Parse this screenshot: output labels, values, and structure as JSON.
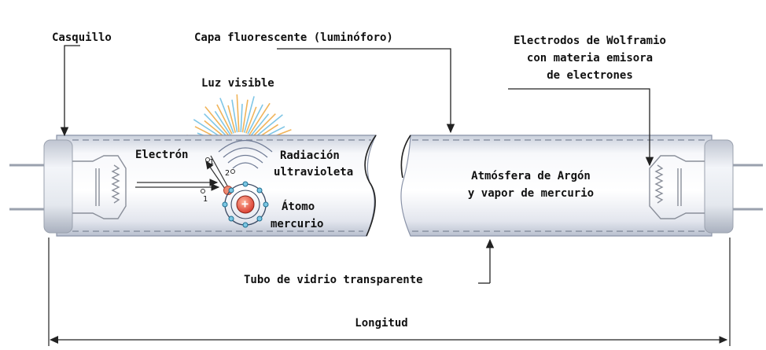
{
  "labels": {
    "casquillo": "Casquillo",
    "capa": "Capa fluorescente (luminóforo)",
    "electrodos_1": "Electrodos de Wolframio",
    "electrodos_2": "con materia emisora",
    "electrodos_3": "de electrones",
    "luz": "Luz visible",
    "electron": "Electrón",
    "radiacion_1": "Radiación",
    "radiacion_2": "ultravioleta",
    "atomo_1": "Átomo",
    "atomo_2": "mercurio",
    "atmosfera_1": "Atmósfera de Argón",
    "atmosfera_2": "y vapor de mercurio",
    "tubo": "Tubo de vidrio transparente",
    "longitud": "Longitud",
    "num_1a": "1",
    "num_1b": "1",
    "num_2": "2",
    "plus": "+"
  },
  "colors": {
    "glass": "#f2f4f8",
    "glass_edge": "#8a93a8",
    "cap": "#dfe3ea",
    "ray_warm": "#f0b45a",
    "ray_cool": "#7fc6e6",
    "uv_wave": "#6f7b95",
    "nucleus": "#e84a3a",
    "electron": "#3aa0c8",
    "line": "#222222"
  }
}
